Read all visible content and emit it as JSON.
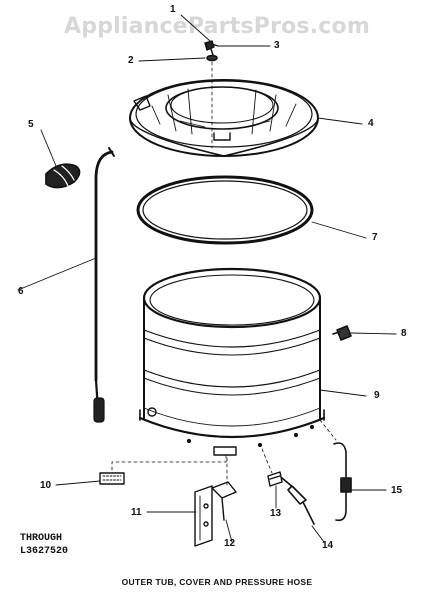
{
  "watermark": "AppliancePartsPros.com",
  "caption": "OUTER TUB, COVER AND PRESSURE HOSE",
  "note": {
    "line1": "THROUGH",
    "line2": "L3627520"
  },
  "callouts": [
    "1",
    "2",
    "3",
    "4",
    "5",
    "6",
    "7",
    "8",
    "9",
    "10",
    "11",
    "12",
    "13",
    "14",
    "15"
  ],
  "colors": {
    "ink": "#111111",
    "watermark": "#d7d7d7",
    "background": "#ffffff"
  }
}
